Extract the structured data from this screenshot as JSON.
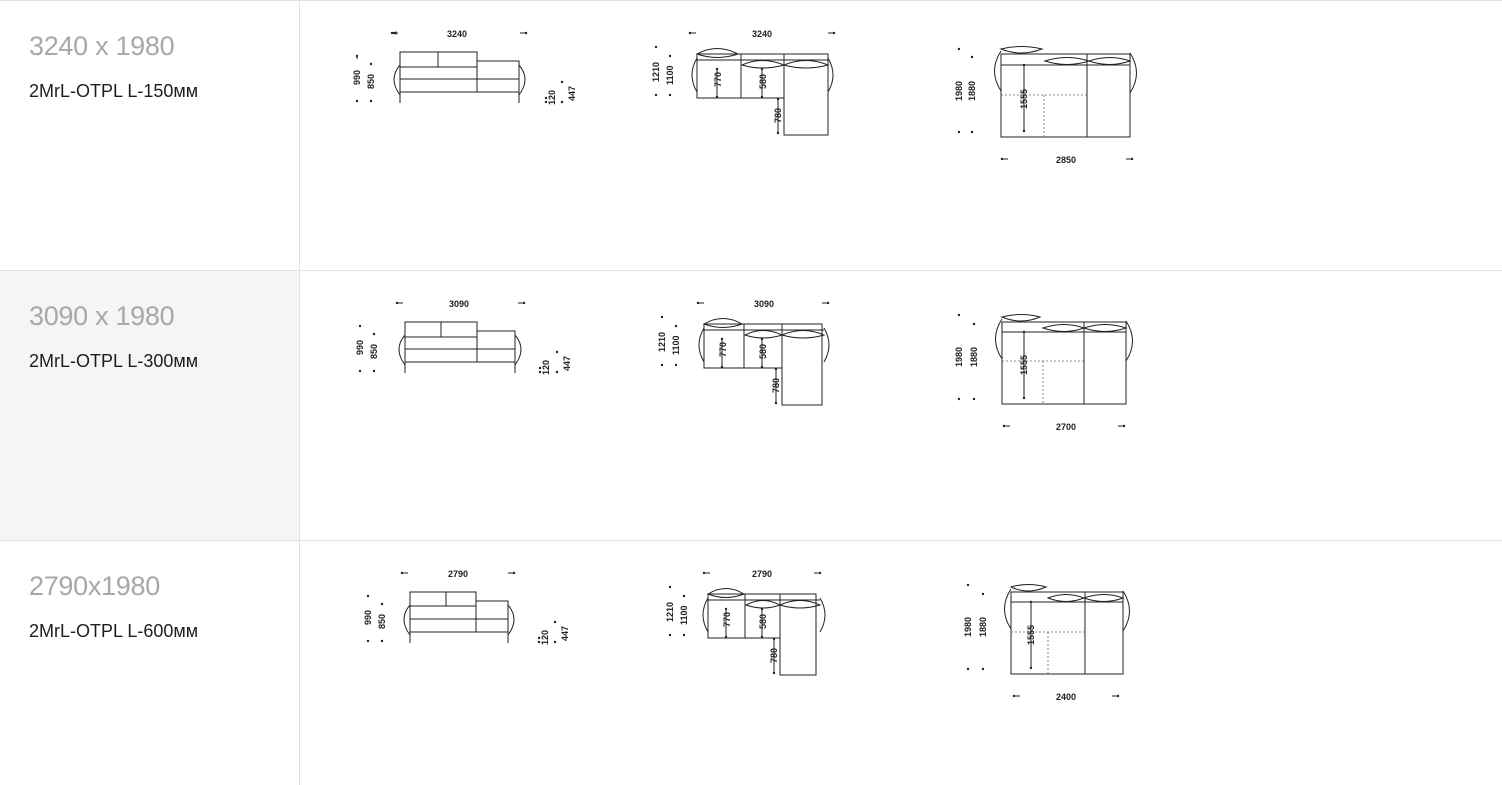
{
  "rows": [
    {
      "size": "3240 x 1980",
      "model": "2MrL-OTPL L-150мм",
      "front": {
        "width": "3240",
        "h1": "990",
        "h2": "850",
        "leg": "120",
        "seat": "447"
      },
      "side": {
        "width": "3240",
        "h1": "1210",
        "h2": "1100",
        "a": "770",
        "b": "580",
        "c": "780"
      },
      "top": {
        "width": "2850",
        "d1": "1980",
        "d2": "1880",
        "bed": "1555"
      }
    },
    {
      "size": "3090 x 1980",
      "model": "2MrL-OTPL L-300мм",
      "front": {
        "width": "3090",
        "h1": "990",
        "h2": "850",
        "leg": "120",
        "seat": "447"
      },
      "side": {
        "width": "3090",
        "h1": "1210",
        "h2": "1100",
        "a": "770",
        "b": "580",
        "c": "780"
      },
      "top": {
        "width": "2700",
        "d1": "1980",
        "d2": "1880",
        "bed": "1555"
      }
    },
    {
      "size": "2790x1980",
      "model": "2MrL-OTPL L-600мм",
      "front": {
        "width": "2790",
        "h1": "990",
        "h2": "850",
        "leg": "120",
        "seat": "447"
      },
      "side": {
        "width": "2790",
        "h1": "1210",
        "h2": "1100",
        "a": "770",
        "b": "580",
        "c": "780"
      },
      "top": {
        "width": "2400",
        "d1": "1980",
        "d2": "1880",
        "bed": "1555"
      }
    }
  ]
}
